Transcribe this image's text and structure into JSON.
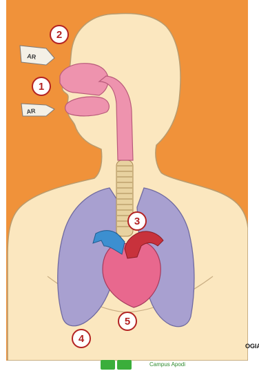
{
  "diagram": {
    "markers": [
      {
        "id": "1",
        "label": "1"
      },
      {
        "id": "2",
        "label": "2"
      },
      {
        "id": "3",
        "label": "3"
      },
      {
        "id": "4",
        "label": "4"
      },
      {
        "id": "5",
        "label": "5"
      }
    ],
    "air_labels": [
      "AR",
      "AR"
    ],
    "colors": {
      "background": "#f0923a",
      "skin": "#fbe7bf",
      "airway": "#ee93ae",
      "lungs": "#a8a0d0",
      "heart": "#e8688e",
      "vein": "#3c8fd0",
      "artery": "#c8323c",
      "trachea": "#e8d2a0"
    }
  },
  "cut_text": "OGIA",
  "footer": {
    "link_label": "Campus Apodi",
    "accent": "#3bae3b"
  }
}
